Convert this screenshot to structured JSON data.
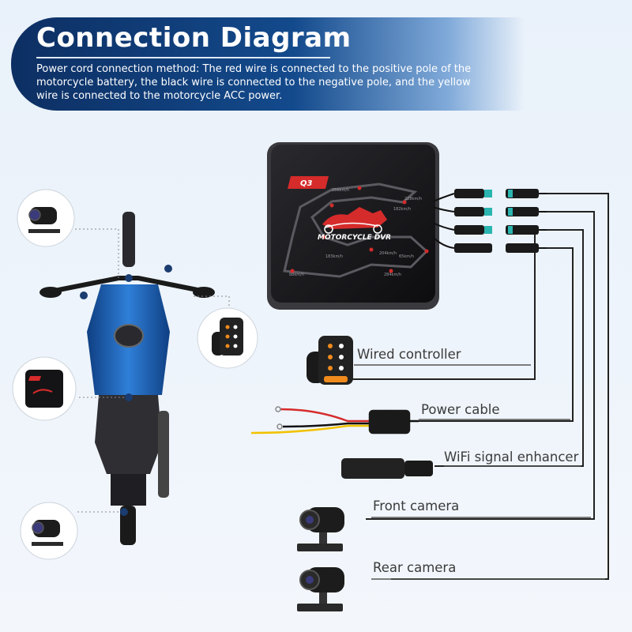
{
  "header": {
    "title": "Connection Diagram",
    "description": "Power cord connection method: The red wire is connected to the positive pole of the motorcycle battery, the black wire is connected to the negative pole, and the yellow wire is connected to the motorcycle ACC power."
  },
  "device": {
    "model": "Q3",
    "brand": "MOTORCYCLE DVR",
    "track_speeds": [
      "256km/h",
      "228km/h",
      "182km/h",
      "183km/h",
      "204km/h",
      "65km/h",
      "88km/h",
      "284km/h"
    ]
  },
  "components": {
    "wired_controller": "Wired controller",
    "power_cable": "Power cable",
    "wifi_enhancer": "WiFi signal enhancer",
    "front_camera": "Front camera",
    "rear_camera": "Rear camera"
  },
  "colors": {
    "banner": "#134a8c",
    "connector_teal": "#2bb5b0",
    "wire_red": "#d62b2b",
    "wire_yellow": "#f2c200",
    "bike_blue": "#1f5fb0",
    "accent_orange": "#f08a1c"
  }
}
